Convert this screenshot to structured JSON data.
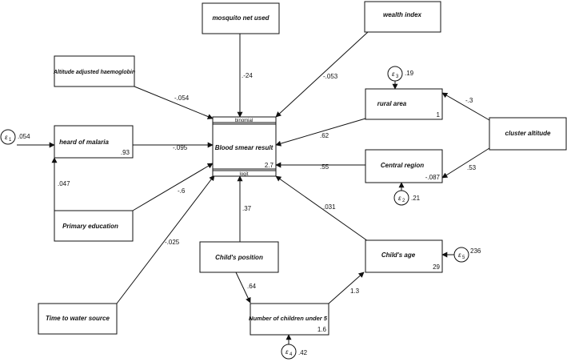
{
  "nodes": {
    "mosquito": {
      "label": "mosquito net used"
    },
    "wealth": {
      "label": "wealth index"
    },
    "altitude_hb": {
      "label": "Altitude adjusted haemoglobin"
    },
    "heard": {
      "label": "heard of malaria",
      "value": ".93"
    },
    "primary": {
      "label": "Primary education"
    },
    "time_water": {
      "label": "Time to water source"
    },
    "blood": {
      "label": "Blood smear result",
      "value": "2.7",
      "top_tag": "binomial",
      "bottom_tag": "logit"
    },
    "rural": {
      "label": "rural area",
      "value": "1"
    },
    "central": {
      "label": "Central region",
      "value": "-.087"
    },
    "cluster_alt": {
      "label": "cluster altitude"
    },
    "child_pos": {
      "label": "Child's position"
    },
    "child_age": {
      "label": "Child's age",
      "value": "29"
    },
    "num_children": {
      "label": "Number of children under 5",
      "value": "1.6"
    }
  },
  "errors": {
    "e_heard": {
      "symbol": "ε",
      "sub": "1",
      "value": ".054"
    },
    "e_rural": {
      "symbol": "ε",
      "sub": "3",
      "value": ".19"
    },
    "e_central": {
      "symbol": "ε",
      "sub": "2",
      "value": ".21"
    },
    "e_age": {
      "symbol": "ε",
      "sub": "5",
      "value": "236"
    },
    "e_num": {
      "symbol": "ε",
      "sub": "4",
      "value": ".42"
    }
  },
  "edges": {
    "mosquito_blood": ".-24",
    "wealth_blood": "-.053",
    "altitude_blood": "-.054",
    "heard_blood": "-.095",
    "primary_heard": ".047",
    "primary_blood": "-.6",
    "time_blood": "-.025",
    "rural_blood": ".62",
    "central_blood": ".55",
    "cluster_rural": "-.3",
    "cluster_central": ".53",
    "childpos_blood": ".37",
    "childpos_num": ".64",
    "num_age": "1.3",
    "age_blood": ".031"
  }
}
